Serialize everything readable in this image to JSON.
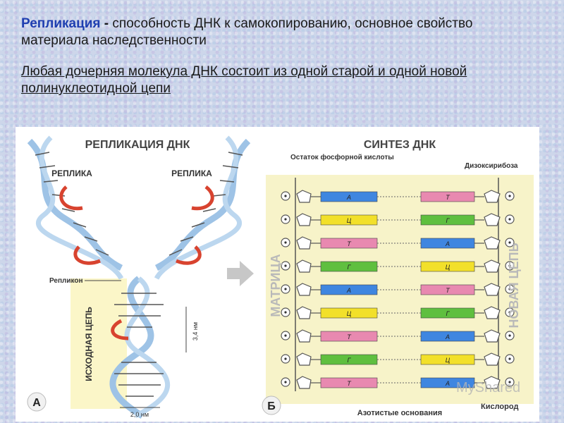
{
  "slide": {
    "term": "Репликация",
    "dash": " - ",
    "definition": "способность ДНК к самокопированию, основное свойство материала наследственности",
    "statement": "Любая дочерняя молекула ДНК состоит из одной старой и одной новой полинуклеотидной цепи"
  },
  "panel_a": {
    "title": "РЕПЛИКАЦИЯ ДНК",
    "replica_left": "РЕПЛИКА",
    "replica_right": "РЕПЛИКА",
    "replicon": "Репликон",
    "parent_strand": "ИСХОДНАЯ ЦЕПЬ",
    "pitch": "3,4 нм",
    "width": "2,0 нм",
    "letter": "А"
  },
  "panel_b": {
    "title": "СИНТЕЗ ДНК",
    "phosphate": "Остаток фосфорной кислоты",
    "deoxyribose": "Дизоксирибоза",
    "matrix": "МАТРИЦА",
    "new_strand": "НОВАЯ ЦЕПЬ",
    "bases": "Азотистые основания",
    "oxygen": "Кислород",
    "letter": "Б",
    "watermark": "MyShared",
    "pairs": [
      {
        "left": "А",
        "right": "Т"
      },
      {
        "left": "Ц",
        "right": "Г"
      },
      {
        "left": "Т",
        "right": "А"
      },
      {
        "left": "Г",
        "right": "Ц"
      },
      {
        "left": "А",
        "right": "Т"
      },
      {
        "left": "Ц",
        "right": "Г"
      },
      {
        "left": "Т",
        "right": "А"
      },
      {
        "left": "Г",
        "right": "Ц"
      },
      {
        "left": "Т",
        "right": "А"
      }
    ]
  },
  "colors": {
    "term": "#1f3fb0",
    "blue": "#3f86e0",
    "pink": "#e889b0",
    "yellow": "#f2e02a",
    "green": "#5fbf3f",
    "background": "#cdd6ea"
  }
}
